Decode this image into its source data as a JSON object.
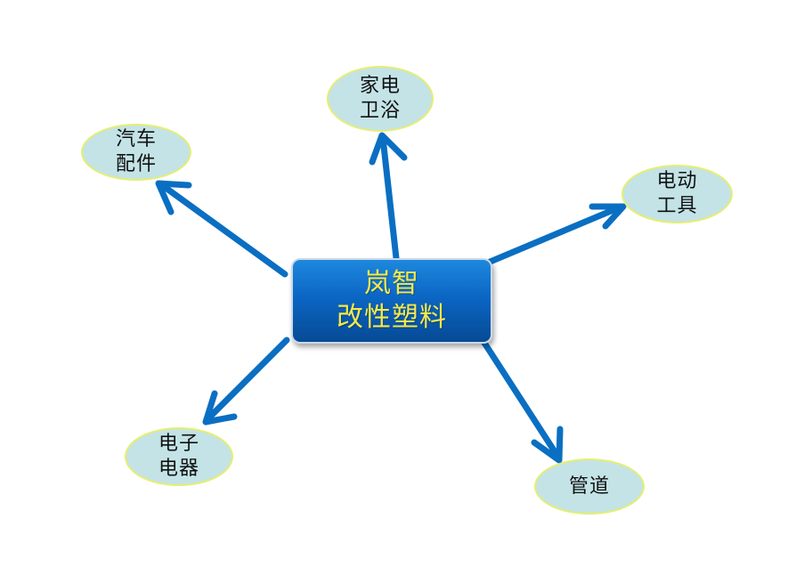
{
  "center": {
    "line1": "岚智",
    "line2": "改性塑料"
  },
  "nodes": {
    "appliance": {
      "line1": "家电",
      "line2": "卫浴"
    },
    "auto": {
      "line1": "汽车",
      "line2": "配件"
    },
    "tools": {
      "line1": "电动",
      "line2": "工具"
    },
    "electronics": {
      "line1": "电子",
      "line2": "电器"
    },
    "pipe": {
      "line1": "管道"
    }
  },
  "colors": {
    "arrow": "#0a6fc2",
    "center_fill": "#0b66c4",
    "center_text": "#f5e94a",
    "node_fill": "#c3e3e6",
    "node_border": "#e6ee72"
  }
}
